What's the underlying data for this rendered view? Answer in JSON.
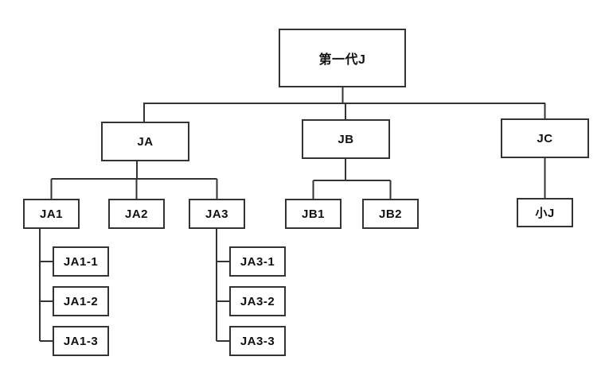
{
  "diagram": {
    "type": "org-chart",
    "background": "#ffffff",
    "box_border_color": "#333333",
    "line_color": "#333333",
    "text_color": "#111111",
    "nodes": {
      "root": {
        "label": "第一代J"
      },
      "ja": {
        "label": "JA"
      },
      "jb": {
        "label": "JB"
      },
      "jc": {
        "label": "JC"
      },
      "ja1": {
        "label": "JA1"
      },
      "ja2": {
        "label": "JA2"
      },
      "ja3": {
        "label": "JA3"
      },
      "jb1": {
        "label": "JB1"
      },
      "jb2": {
        "label": "JB2"
      },
      "xiaoj": {
        "label": "小J"
      },
      "ja1_1": {
        "label": "JA1-1"
      },
      "ja1_2": {
        "label": "JA1-2"
      },
      "ja1_3": {
        "label": "JA1-3"
      },
      "ja3_1": {
        "label": "JA3-1"
      },
      "ja3_2": {
        "label": "JA3-2"
      },
      "ja3_3": {
        "label": "JA3-3"
      }
    },
    "hierarchy": {
      "第一代J": [
        "JA",
        "JB",
        "JC"
      ],
      "JA": [
        "JA1",
        "JA2",
        "JA3"
      ],
      "JB": [
        "JB1",
        "JB2"
      ],
      "JC": [
        "小J"
      ],
      "JA1": [
        "JA1-1",
        "JA1-2",
        "JA1-3"
      ],
      "JA3": [
        "JA3-1",
        "JA3-2",
        "JA3-3"
      ]
    }
  }
}
